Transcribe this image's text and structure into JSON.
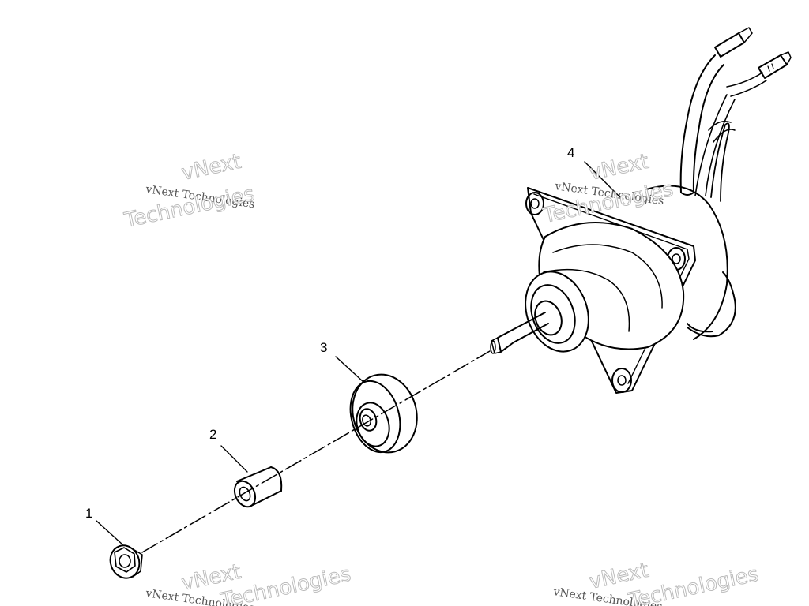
{
  "callouts": {
    "c1": "1",
    "c2": "2",
    "c3": "3",
    "c4": "4"
  },
  "watermarks": {
    "small": "vNext Technologies",
    "big_top": "vNext",
    "big_bottom": "Technologies"
  }
}
